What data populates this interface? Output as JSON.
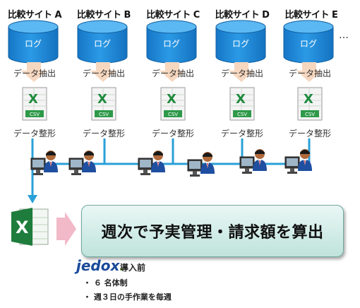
{
  "sites": [
    {
      "name": "比較サイト A",
      "log": "ログ",
      "extract": "データ抽出",
      "csv": "CSV",
      "shape": "データ整形"
    },
    {
      "name": "比較サイト B",
      "log": "ログ",
      "extract": "データ抽出",
      "csv": "CSV",
      "shape": "データ整形"
    },
    {
      "name": "比較サイト C",
      "log": "ログ",
      "extract": "データ抽出",
      "csv": "CSV",
      "shape": "データ整形"
    },
    {
      "name": "比較サイト D",
      "log": "ログ",
      "extract": "データ抽出",
      "csv": "CSV",
      "shape": "データ整形"
    },
    {
      "name": "比較サイト E",
      "log": "ログ",
      "extract": "データ抽出",
      "csv": "CSV",
      "shape": "データ整形"
    }
  ],
  "ellipsis": "…",
  "result": "週次で予実管理・請求額を算出",
  "logo": {
    "text": "jedox",
    "dot": "."
  },
  "before_label": "導入前",
  "bullets": [
    "・ ６ 名体制",
    "・ 週３日の手作業を毎週"
  ],
  "colors": {
    "cylinder": "#1e90d8",
    "connector": "#2aa0d8",
    "arrow": "#f2b9c8",
    "result_bg": "#d8efe9"
  },
  "icons": [
    "database-cylinder-icon",
    "csv-file-icon",
    "excel-file-icon",
    "worker-at-computer-icon",
    "pink-arrow-icon"
  ]
}
